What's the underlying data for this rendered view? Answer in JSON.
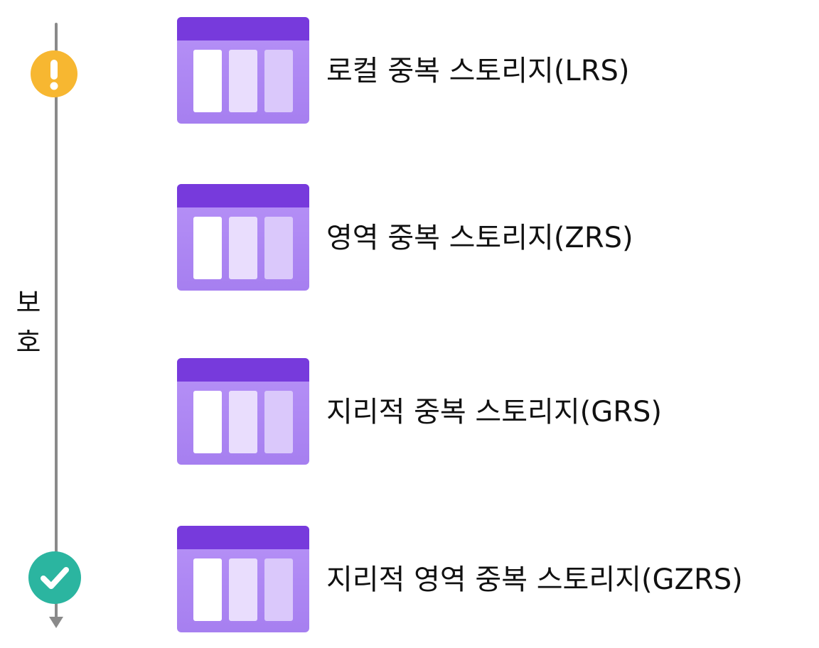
{
  "axis": {
    "label": "보호",
    "label_chars": [
      "보",
      "호"
    ],
    "line_color": "#8a8a8a",
    "start_icon": "warning-icon",
    "start_icon_color": "#f7b731",
    "end_icon": "checkmark-icon",
    "end_icon_color": "#2bb5a0"
  },
  "tiers": [
    {
      "label": "로컬 중복 스토리지(LRS)",
      "icon": "storage-account-icon"
    },
    {
      "label": "영역 중복 스토리지(ZRS)",
      "icon": "storage-account-icon"
    },
    {
      "label": "지리적 중복 스토리지(GRS)",
      "icon": "storage-account-icon"
    },
    {
      "label": "지리적 영역 중복 스토리지(GZRS)",
      "icon": "storage-account-icon"
    }
  ],
  "colors": {
    "icon_header": "#773adc",
    "icon_body": "#b58ef5",
    "text": "#111111"
  }
}
